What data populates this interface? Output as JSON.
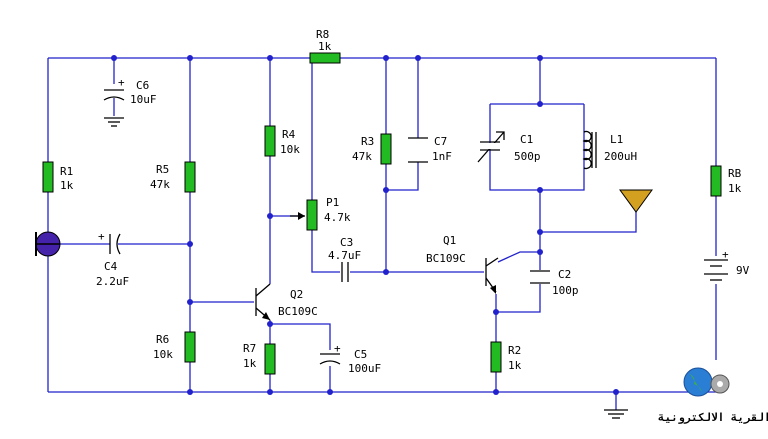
{
  "colors": {
    "wire": "#2222cc",
    "resistor": "#22bb22",
    "antenna": "#d4a020",
    "mic": "#4422aa"
  },
  "components": {
    "R1": {
      "name": "R1",
      "value": "1k"
    },
    "R2": {
      "name": "R2",
      "value": "1k"
    },
    "R3": {
      "name": "R3",
      "value": "47k"
    },
    "R4": {
      "name": "R4",
      "value": "10k"
    },
    "R5": {
      "name": "R5",
      "value": "47k"
    },
    "R6": {
      "name": "R6",
      "value": "10k"
    },
    "R7": {
      "name": "R7",
      "value": "1k"
    },
    "R8": {
      "name": "R8",
      "value": "1k"
    },
    "RB": {
      "name": "RB",
      "value": "1k"
    },
    "P1": {
      "name": "P1",
      "value": "4.7k"
    },
    "C1": {
      "name": "C1",
      "value": "500p"
    },
    "C2": {
      "name": "C2",
      "value": "100p"
    },
    "C3": {
      "name": "C3",
      "value": "4.7uF"
    },
    "C4": {
      "name": "C4",
      "value": "2.2uF"
    },
    "C5": {
      "name": "C5",
      "value": "100uF"
    },
    "C6": {
      "name": "C6",
      "value": "10uF"
    },
    "C7": {
      "name": "C7",
      "value": "1nF"
    },
    "L1": {
      "name": "L1",
      "value": "200uH"
    },
    "Q1": {
      "name": "Q1",
      "value": "BC109C"
    },
    "Q2": {
      "name": "Q2",
      "value": "BC109C"
    },
    "BAT": {
      "value": "9V"
    }
  },
  "polarity": "+",
  "logo": {
    "text": "القرية الالكترونية"
  }
}
